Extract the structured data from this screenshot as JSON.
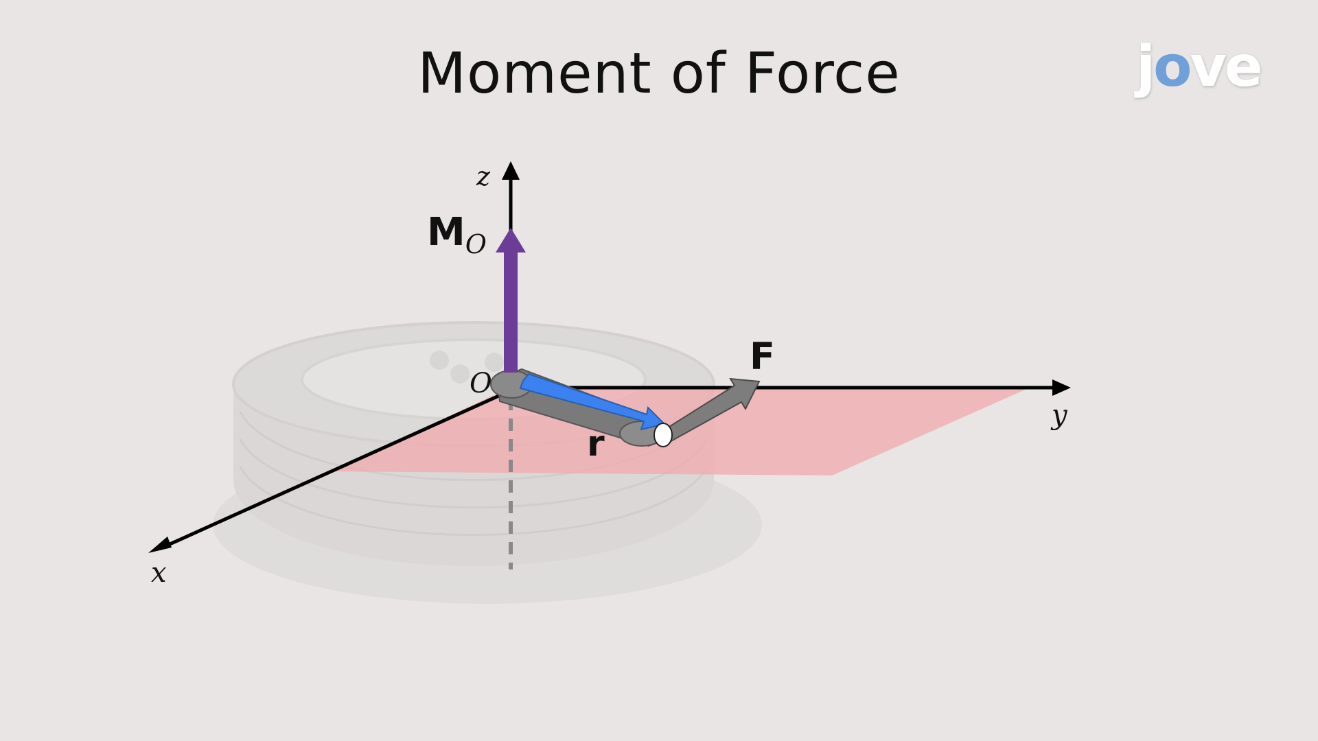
{
  "title": "Moment of Force",
  "logo": {
    "text_pre": "j",
    "text_o": "o",
    "text_post": "ve"
  },
  "labels": {
    "z_axis": "z",
    "x_axis": "x",
    "y_axis": "y",
    "origin": "O",
    "moment_main": "M",
    "moment_sub": "O",
    "force": "F",
    "position": "r"
  },
  "colors": {
    "background": "#e8e5e4",
    "moment_vector": "#6b3d96",
    "position_vector": "#3b82f0",
    "force_vector": "#7d7d7d",
    "plane": "#f2a9ad",
    "axes": "#000000"
  }
}
